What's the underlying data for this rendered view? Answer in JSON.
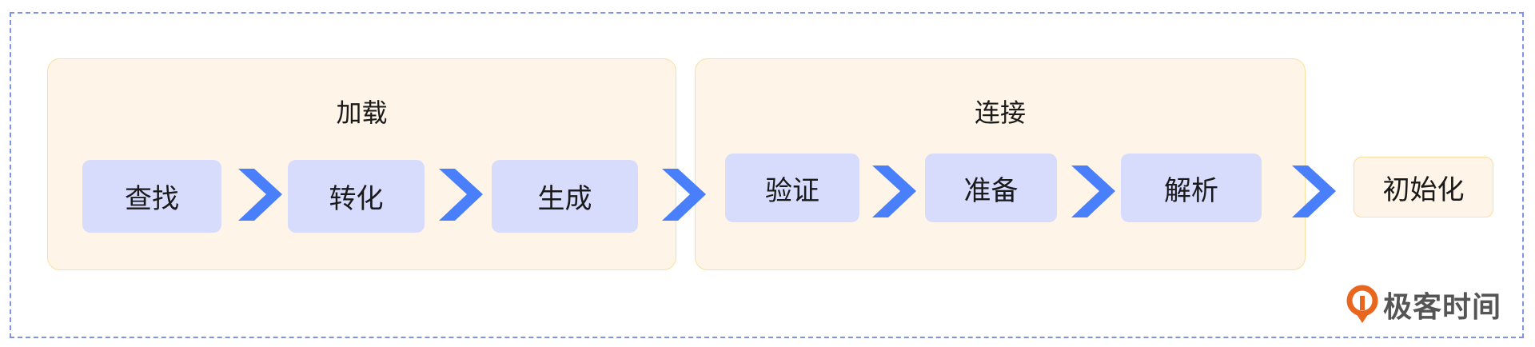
{
  "groups": [
    {
      "title": "加载",
      "steps": [
        "查找",
        "转化",
        "生成"
      ]
    },
    {
      "title": "连接",
      "steps": [
        "验证",
        "准备",
        "解析"
      ]
    }
  ],
  "final_step": "初始化",
  "logo": {
    "text": "极客时间"
  },
  "colors": {
    "arrow": "#4a7ffb",
    "step_fill": "#d7dcfc",
    "group_fill": "#fef4e7",
    "group_border": "#fbdf9e",
    "frame": "#7f93e6",
    "logo": "#e9661f"
  }
}
